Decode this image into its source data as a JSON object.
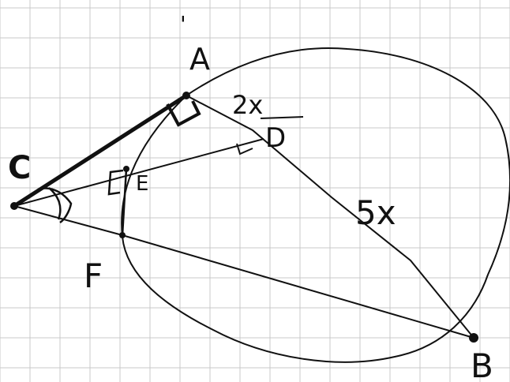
{
  "labels": {
    "A": "A",
    "B": "B",
    "C": "C",
    "D": "D",
    "E": "E",
    "F": "F",
    "len_AD": "2x",
    "len_DB": "5x",
    "tick_A": "'"
  },
  "colors": {
    "ink": "#111111",
    "grid": "#c9c9c9",
    "paper": "#ffffff"
  }
}
